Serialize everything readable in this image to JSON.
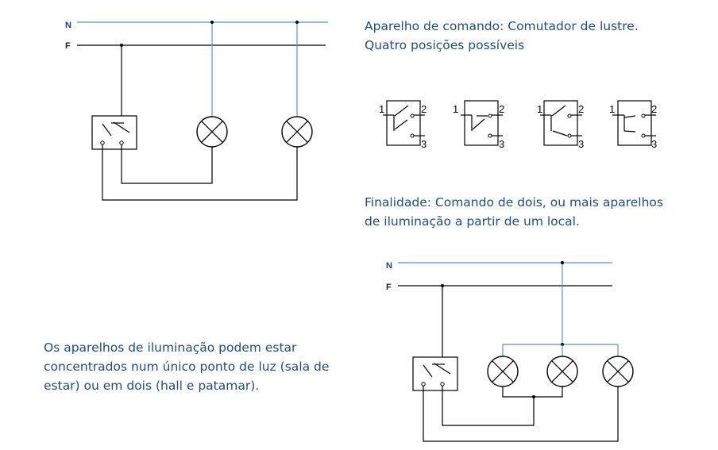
{
  "wire_labels": {
    "neutral": "N",
    "phase": "F"
  },
  "terminal_labels": [
    "1",
    "2",
    "3"
  ],
  "text": {
    "title_line1": "Aparelho de comando: Comutador de lustre.",
    "title_line2": "Quatro posições possíveis",
    "purpose_line1": "Finalidade: Comando de dois, ou mais aparelhos",
    "purpose_line2": "de iluminação a partir de um local.",
    "note_line1": "Os aparelhos de iluminação podem estar",
    "note_line2": "concentrados num único ponto de luz (sala de",
    "note_line3": "estar) ou em dois (hall e patamar)."
  },
  "colors": {
    "text": "#1f4e79",
    "neutral_wire": "#5b8fd9",
    "phase_wire": "#000000",
    "neutral_label": "#1f3a93"
  }
}
